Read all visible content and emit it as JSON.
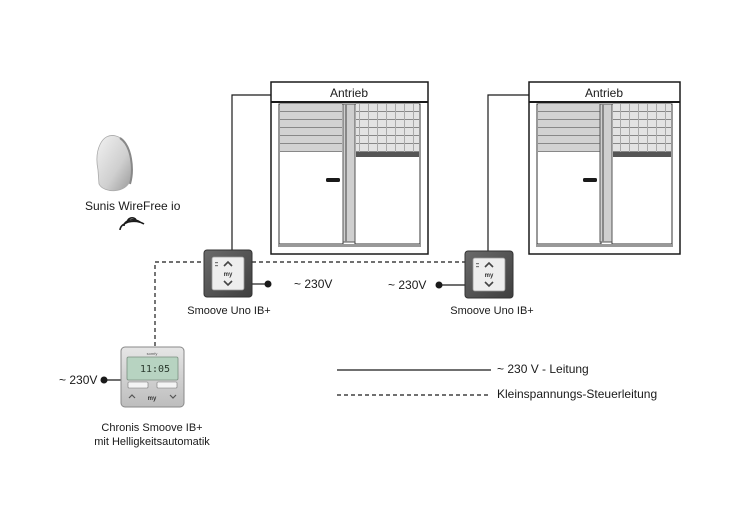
{
  "windows": [
    {
      "label": "Antrieb"
    },
    {
      "label": "Antrieb"
    }
  ],
  "sensor": {
    "label": "Sunis WireFree io"
  },
  "switches": [
    {
      "name": "Smoove Uno IB+",
      "button_label": "my",
      "voltage": "~ 230V"
    },
    {
      "name": "Smoove Uno IB+",
      "button_label": "my",
      "voltage": "~ 230V"
    }
  ],
  "timer": {
    "name_line1": "Chronis Smoove IB+",
    "name_line2": "mit Helligkeitsautomatik",
    "voltage": "~ 230V",
    "brand": "somfy",
    "time": "11:05",
    "button_label": "my"
  },
  "legend": {
    "solid_label": "~ 230 V - Leitung",
    "dashed_label": "Kleinspannungs-Steuerleitung"
  },
  "colors": {
    "line": "#1a1a1a",
    "frame": "#333333",
    "shutter": "#c9c9c9",
    "switch_plate": "#555555",
    "switch_insert": "#eeeeee",
    "lcd": "#b7d3c1"
  }
}
